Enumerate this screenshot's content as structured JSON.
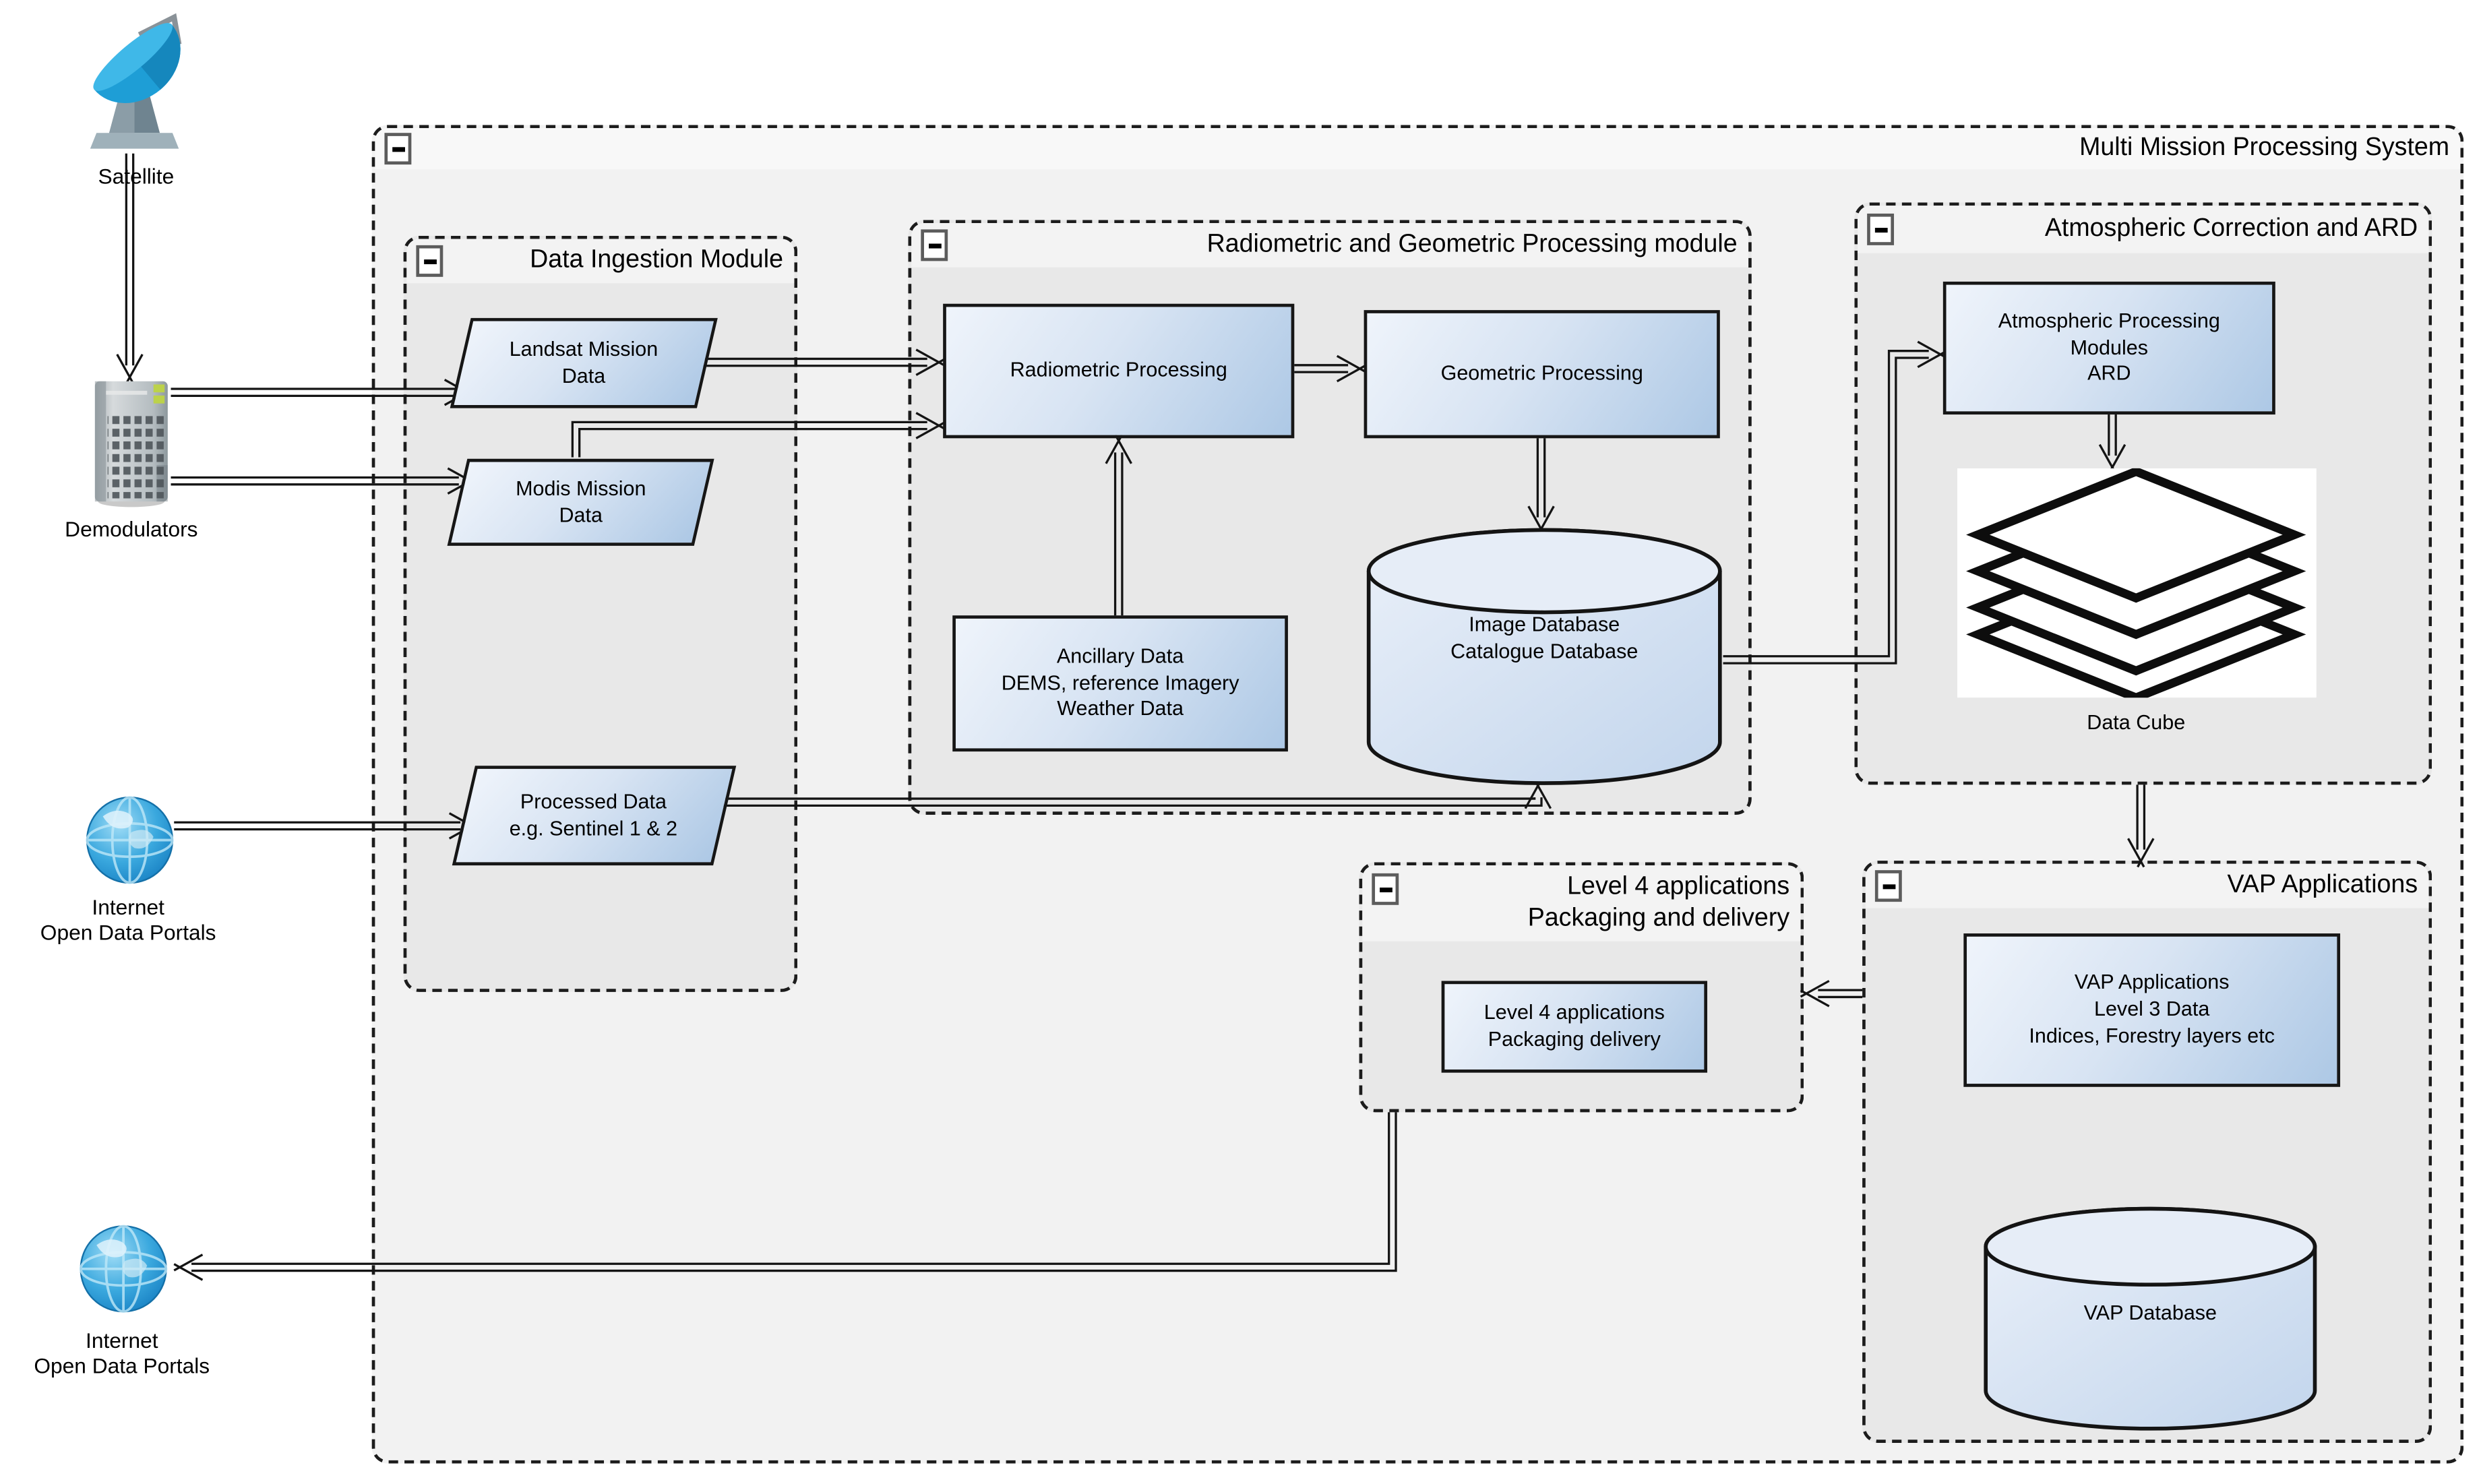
{
  "diagram": {
    "system_title": "Multi Mission Processing System",
    "groups": {
      "data_ingestion": {
        "title": "Data Ingestion Module"
      },
      "radiometric_geometric": {
        "title": "Radiometric and Geometric Processing module"
      },
      "atmospheric": {
        "title": "Atmospheric Correction and ARD"
      },
      "level4": {
        "title": "Level 4 applications\nPackaging and delivery"
      },
      "vap": {
        "title": "VAP Applications"
      }
    },
    "nodes": {
      "landsat": {
        "label": "Landsat Mission\nData"
      },
      "modis": {
        "label": "Modis Mission\nData"
      },
      "processed": {
        "label": "Processed Data\ne.g. Sentinel 1 & 2"
      },
      "radiometric_processing": {
        "label": "Radiometric Processing"
      },
      "geometric_processing": {
        "label": "Geometric Processing"
      },
      "ancillary": {
        "label": "Ancillary Data\nDEMS, reference Imagery\nWeather Data"
      },
      "image_db": {
        "label": "Image Database\nCatalogue Database"
      },
      "atmospheric_modules": {
        "label": "Atmospheric Processing\nModules\nARD"
      },
      "data_cube": {
        "label": "Data Cube"
      },
      "level4_app": {
        "label": "Level 4 applications\nPackaging delivery"
      },
      "vap_app": {
        "label": "VAP Applications\nLevel 3 Data\nIndices, Forestry layers etc"
      },
      "vap_db": {
        "label": "VAP Database"
      }
    },
    "externals": {
      "satellite": {
        "label": "Satellite"
      },
      "demodulators": {
        "label": "Demodulators"
      },
      "internet_top": {
        "label": "Internet\nOpen Data Portals"
      },
      "internet_bottom": {
        "label": "Internet\nOpen Data Portals"
      }
    },
    "icons": {
      "satellite": "satellite-dish-icon",
      "demodulators": "server-rack-icon",
      "internet": "globe-icon",
      "data_cube": "layers-icon",
      "collapse": "minus-icon",
      "database": "cylinder-icon"
    },
    "colors": {
      "node_fill_light": "#eff4fb",
      "node_fill_dark": "#adc8e5",
      "node_border": "#161616",
      "group_body": "#e8e8e8",
      "group_titlebar": "#f3f3f3",
      "outer_body": "#f2f2f2",
      "outer_titlebar": "#f8f8f8",
      "dish_blue": "#29a9e0",
      "globe_blue": "#1d8dcc",
      "led_green": "#bcd24a"
    }
  }
}
